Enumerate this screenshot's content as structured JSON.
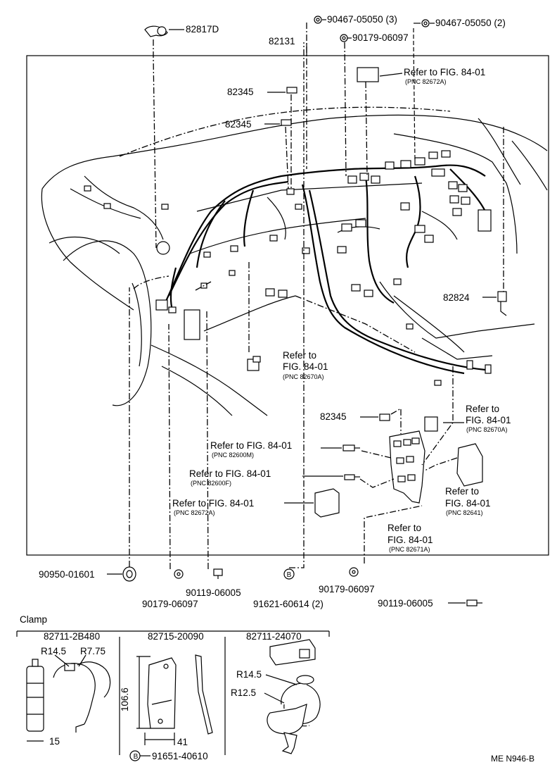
{
  "part_labels": {
    "p82817D": "82817D",
    "p90467_3": "90467-05050 (3)",
    "p90467_2": "90467-05050 (2)",
    "p90179_top": "90179-06097",
    "p82131": "82131",
    "p82345_a": "82345",
    "p82345_b": "82345",
    "p82345_c": "82345",
    "p82824": "82824",
    "p90950": "90950-01601",
    "p90179_bl": "90179-06097",
    "p90119_mid": "90119-06005",
    "p91621": "91621-60614 (2)",
    "p90179_br": "90179-06097",
    "p90119_right": "90119-06005",
    "p91651": "91651-40610"
  },
  "references": {
    "r1_main": "Refer to FIG. 84-01",
    "r1_pnc": "(PNC 82672A)",
    "r2_l1": "Refer to",
    "r2_l2": "FIG. 84-01",
    "r2_pnc": "(PNC 82670A)",
    "r3_l1": "Refer to",
    "r3_l2": "FIG. 84-01",
    "r3_pnc": "(PNC 82670A)",
    "r4_main": "Refer to FIG. 84-01",
    "r4_pnc": "(PNC 82600M)",
    "r5_main": "Refer to FIG. 84-01",
    "r5_pnc": "(PNC 82600F)",
    "r6_main": "Refer to FIG. 84-01",
    "r6_pnc": "(PNC 82672A)",
    "r7_l1": "Refer to",
    "r7_l2": "FIG. 84-01",
    "r7_pnc": "(PNC 82641)",
    "r8_l1": "Refer to",
    "r8_l2": "FIG. 84-01",
    "r8_pnc": "(PNC 82671A)"
  },
  "clamp": {
    "title": "Clamp",
    "c1_part": "82711-2B480",
    "c2_part": "82715-20090",
    "c3_part": "82711-24070",
    "r14_5_a": "R14.5",
    "r7_75": "R7.75",
    "dim15": "15",
    "dim106_6": "106.6",
    "dim41": "41",
    "r14_5_b": "R14.5",
    "r12_5": "R12.5",
    "circle_b_1": "B",
    "circle_b_2": "B"
  },
  "footer": {
    "code": "ME N946-B"
  }
}
